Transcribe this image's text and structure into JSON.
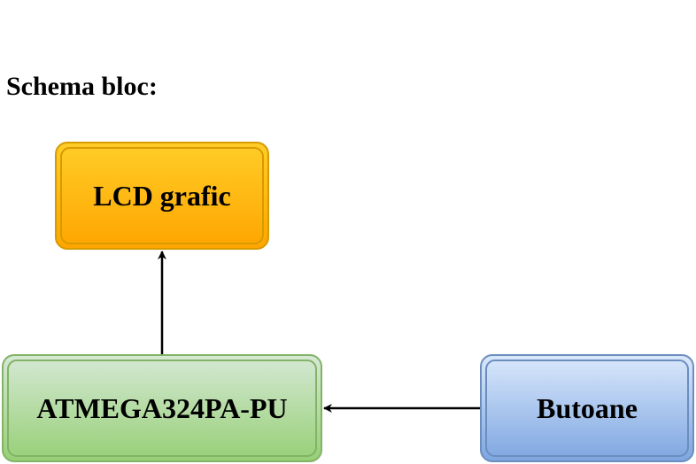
{
  "diagram": {
    "title": "Schema bloc:",
    "blocks": {
      "lcd": {
        "label": "LCD grafic",
        "fill_top": "#ffcd28",
        "fill_bottom": "#ffa500",
        "stroke": "#d79b00"
      },
      "mcu": {
        "label": "ATMEGA324PA-PU",
        "fill_top": "#d5e8d4",
        "fill_bottom": "#97d077",
        "stroke": "#82b366"
      },
      "buttons": {
        "label": "Butoane",
        "fill_top": "#dae8fc",
        "fill_bottom": "#7ea6e0",
        "stroke": "#6c8ebf"
      }
    },
    "connections": [
      {
        "from": "mcu",
        "to": "lcd"
      },
      {
        "from": "buttons",
        "to": "mcu"
      }
    ]
  }
}
